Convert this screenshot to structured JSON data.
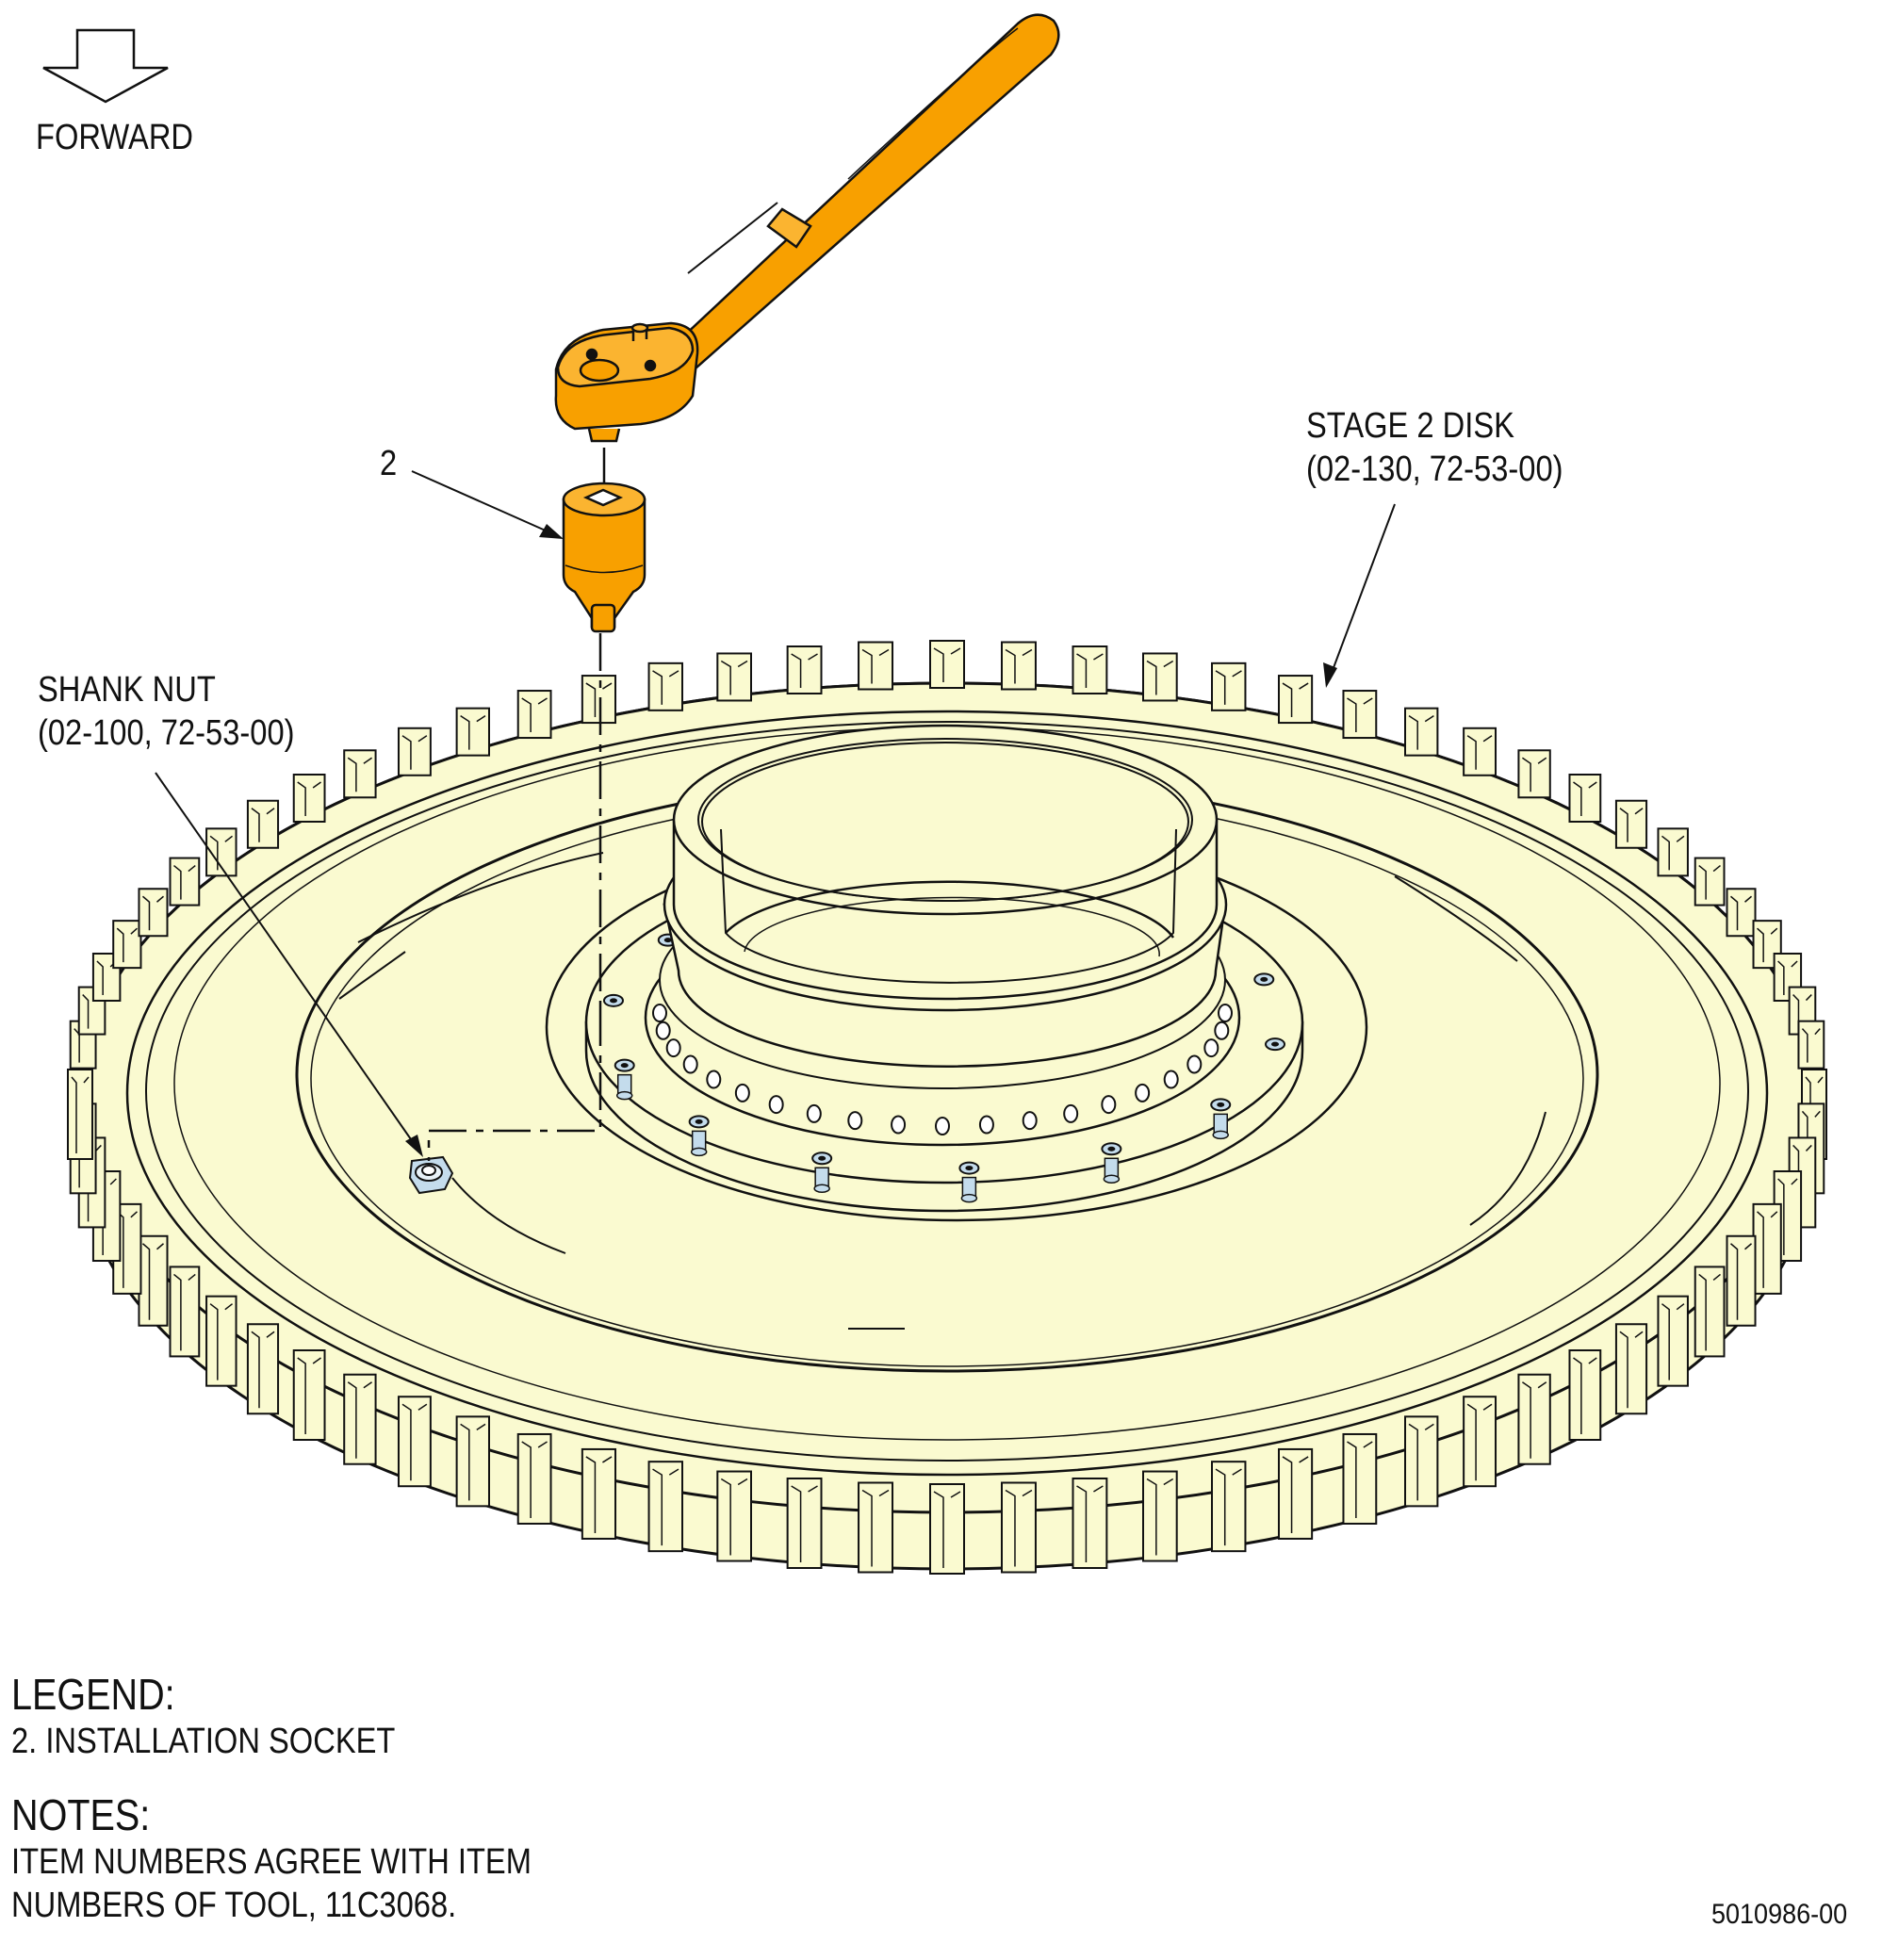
{
  "orientation": {
    "label": "FORWARD",
    "icon": "down-arrow-icon"
  },
  "callouts": {
    "item_2": "2",
    "stage2_disk": {
      "line1": "STAGE 2 DISK",
      "line2": "(02-130, 72-53-00)"
    },
    "shank_nut": {
      "line1": "SHANK NUT",
      "line2": "(02-100, 72-53-00)"
    }
  },
  "legend": {
    "heading": "LEGEND:",
    "items": [
      "2. INSTALLATION SOCKET"
    ]
  },
  "notes": {
    "heading": "NOTES:",
    "lines": [
      "ITEM NUMBERS AGREE WITH ITEM",
      "NUMBERS OF TOOL, 11C3068."
    ]
  },
  "figure_number": "5010986-00",
  "colors": {
    "disk_fill": "#fafad0",
    "tool_orange": "#f8a000",
    "nut_blue": "#c4dcec",
    "line": "#111111"
  }
}
